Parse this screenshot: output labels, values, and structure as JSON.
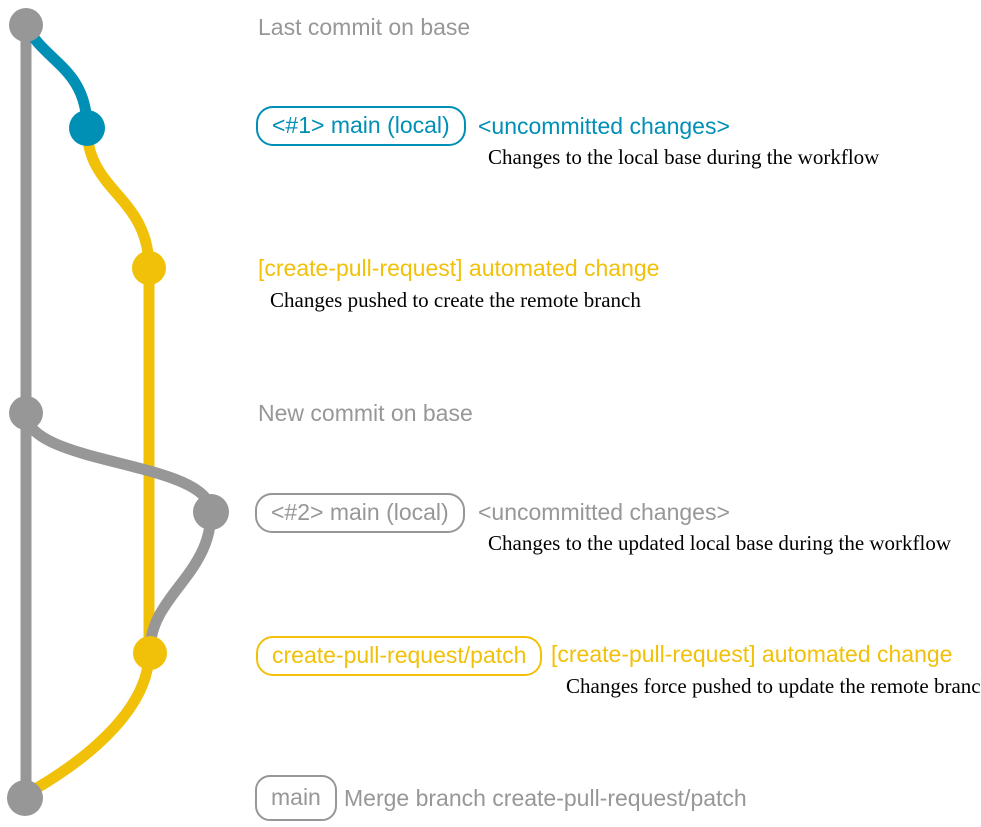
{
  "colors": {
    "gray": "#979797",
    "blue": "#008fb5",
    "yellow": "#f1c109",
    "note": "#000000",
    "background": "#ffffff"
  },
  "graph": {
    "branches": [
      {
        "name": "base",
        "color": "#979797"
      },
      {
        "name": "main (local)",
        "color": "#008fb5"
      },
      {
        "name": "create-pull-request/patch",
        "color": "#f1c109"
      }
    ],
    "rows": {
      "row1_title": "Last commit on base",
      "row2": {
        "branch_label": "<#1> main (local)",
        "message": "<uncommitted changes>",
        "note": "Changes to the local base during the workflow"
      },
      "row3": {
        "message": "[create-pull-request] automated change",
        "note": "Changes pushed to create the remote branch"
      },
      "row4_title": "New commit on base",
      "row5": {
        "branch_label": "<#2> main (local)",
        "message": "<uncommitted changes>",
        "note": "Changes to the updated local base during the workflow"
      },
      "row6": {
        "branch_label": "create-pull-request/patch",
        "message": "[create-pull-request] automated change",
        "note": "Changes force pushed to update the remote branch"
      },
      "row7": {
        "branch_label": "main",
        "message": "Merge branch create-pull-request/patch"
      }
    }
  }
}
